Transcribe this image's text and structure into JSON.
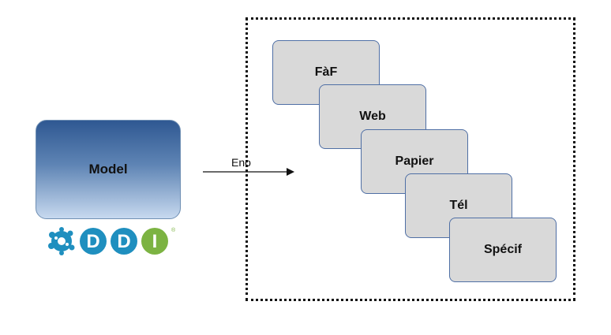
{
  "model": {
    "label": "Model"
  },
  "logo": {
    "text": "DDI",
    "registered": "®"
  },
  "arrow": {
    "label": "Eno"
  },
  "modes": [
    {
      "label": "FàF"
    },
    {
      "label": "Web"
    },
    {
      "label": "Papier"
    },
    {
      "label": "Tél"
    },
    {
      "label": "Spécif"
    }
  ],
  "colors": {
    "model_top": "#2f5892",
    "model_bottom": "#c7d9ef",
    "card_fill": "#d9d9d9",
    "card_border": "#4f6fa5",
    "logo_blue": "#1f8fbf",
    "logo_green": "#7cb342"
  }
}
